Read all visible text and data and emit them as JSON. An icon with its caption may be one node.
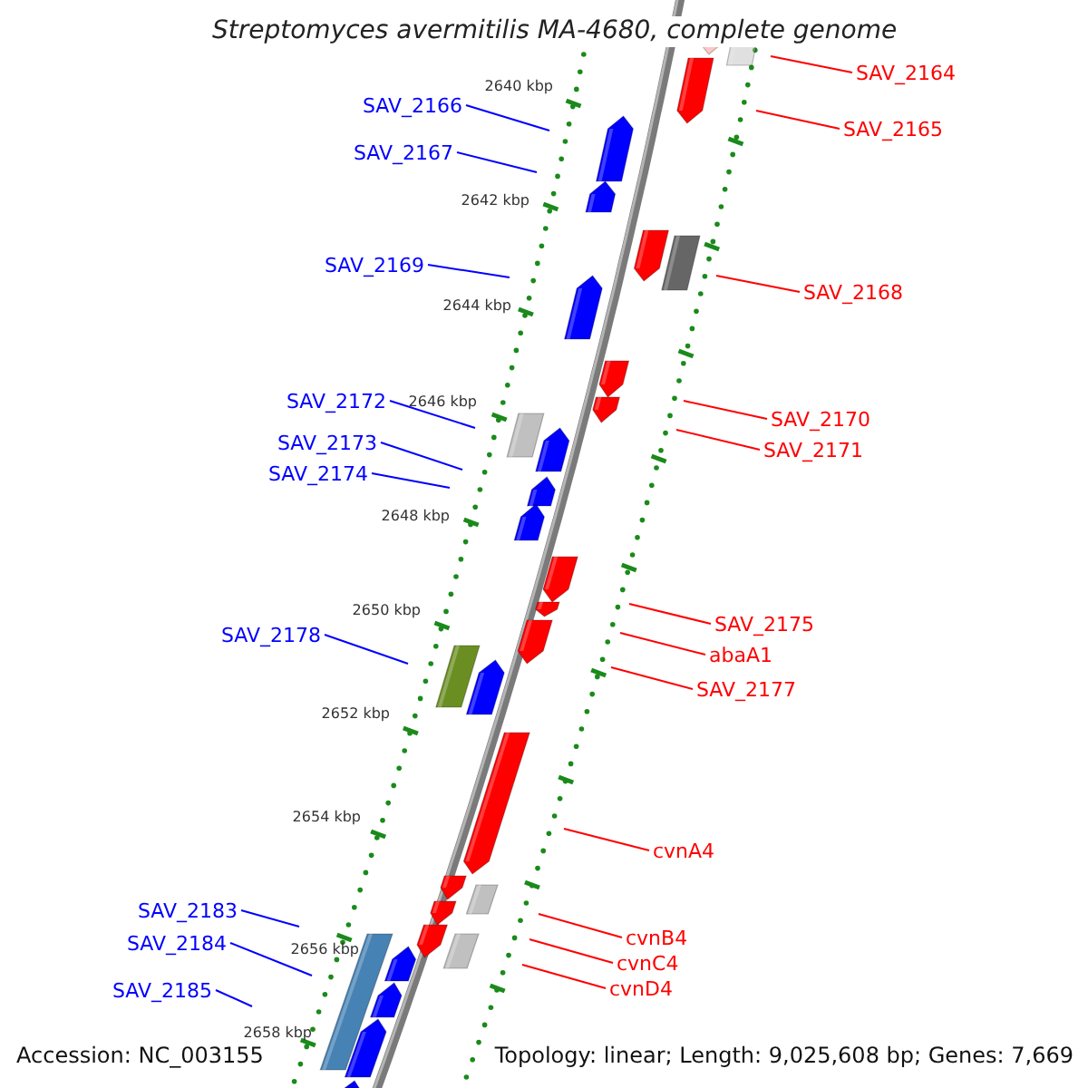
{
  "diagram": {
    "title": "Streptomyces avermitilis MA-4680, complete genome",
    "nodes": [
      {
        "text": [
          "SAV_2164"
        ]
      },
      {
        "text": [
          "SAV_2166"
        ]
      },
      {
        "text": [
          "SAV_2165"
        ]
      },
      {
        "text": [
          "SAV_2167"
        ]
      },
      {
        "text": [
          "SAV_2169"
        ]
      },
      {
        "text": [
          "SAV_2168"
        ]
      },
      {
        "text": [
          "SAV_2172"
        ]
      },
      {
        "text": [
          "SAV_2170"
        ]
      },
      {
        "text": [
          "SAV_2173"
        ]
      },
      {
        "text": [
          "SAV_2171"
        ]
      },
      {
        "text": [
          "SAV_2174"
        ]
      },
      {
        "text": [
          "SAV_2175"
        ]
      },
      {
        "text": [
          "SAV_2178"
        ]
      },
      {
        "text": [
          "abaA1"
        ]
      },
      {
        "text": [
          "SAV_2177"
        ]
      },
      {
        "text": [
          "cvnA4"
        ]
      },
      {
        "text": [
          "SAV_2183"
        ]
      },
      {
        "text": [
          "cvnB4"
        ]
      },
      {
        "text": [
          "SAV_2184"
        ]
      },
      {
        "text": [
          "cvnC4"
        ]
      },
      {
        "text": [
          "SAV_2185"
        ]
      },
      {
        "text": [
          "cvnD4"
        ]
      }
    ],
    "edges": [
      {
        "from": 0,
        "to": null,
        "arrow": "none"
      },
      {
        "from": 1,
        "to": null,
        "arrow": "none",
        "color": "#0000ff"
      },
      {
        "from": 2,
        "to": null,
        "arrow": "none"
      },
      {
        "from": 3,
        "to": null,
        "arrow": "none",
        "color": "#0000ff"
      },
      {
        "from": 4,
        "to": null,
        "arrow": "none",
        "color": "#0000ff"
      },
      {
        "from": 5,
        "to": null,
        "arrow": "none"
      },
      {
        "from": 6,
        "to": null,
        "arrow": "none",
        "color": "#0000ff"
      },
      {
        "from": 7,
        "to": null,
        "arrow": "none"
      },
      {
        "from": 8,
        "to": null,
        "arrow": "none",
        "color": "#0000ff"
      },
      {
        "from": 9,
        "to": null,
        "arrow": "none"
      },
      {
        "from": 10,
        "to": null,
        "arrow": "none",
        "color": "#0000ff"
      },
      {
        "from": 11,
        "to": null,
        "arrow": "none"
      },
      {
        "from": 12,
        "to": null,
        "arrow": "none",
        "color": "#0000ff"
      },
      {
        "from": 13,
        "to": null,
        "arrow": "none"
      },
      {
        "from": 14,
        "to": null,
        "arrow": "none"
      },
      {
        "from": 15,
        "to": null,
        "arrow": "none"
      },
      {
        "from": 16,
        "to": null,
        "arrow": "none",
        "color": "#0000ff"
      },
      {
        "from": 17,
        "to": null,
        "arrow": "none"
      },
      {
        "from": 18,
        "to": null,
        "arrow": "none",
        "color": "#0000ff"
      },
      {
        "from": 19,
        "to": null,
        "arrow": "none"
      },
      {
        "from": 20,
        "to": null,
        "arrow": "none",
        "color": "#0000ff"
      },
      {
        "from": 21,
        "to": null,
        "arrow": "none"
      }
    ],
    "labels": [
      "2640 kbp",
      "2642 kbp",
      "2644 kbp",
      "2646 kbp",
      "2648 kbp",
      "2650 kbp",
      "2652 kbp",
      "2654 kbp",
      "2656 kbp",
      "2658 kbp",
      "Accession: NC_003155",
      "Topology: linear; Length: 9,025,608 bp; Genes: 7,669"
    ]
  }
}
